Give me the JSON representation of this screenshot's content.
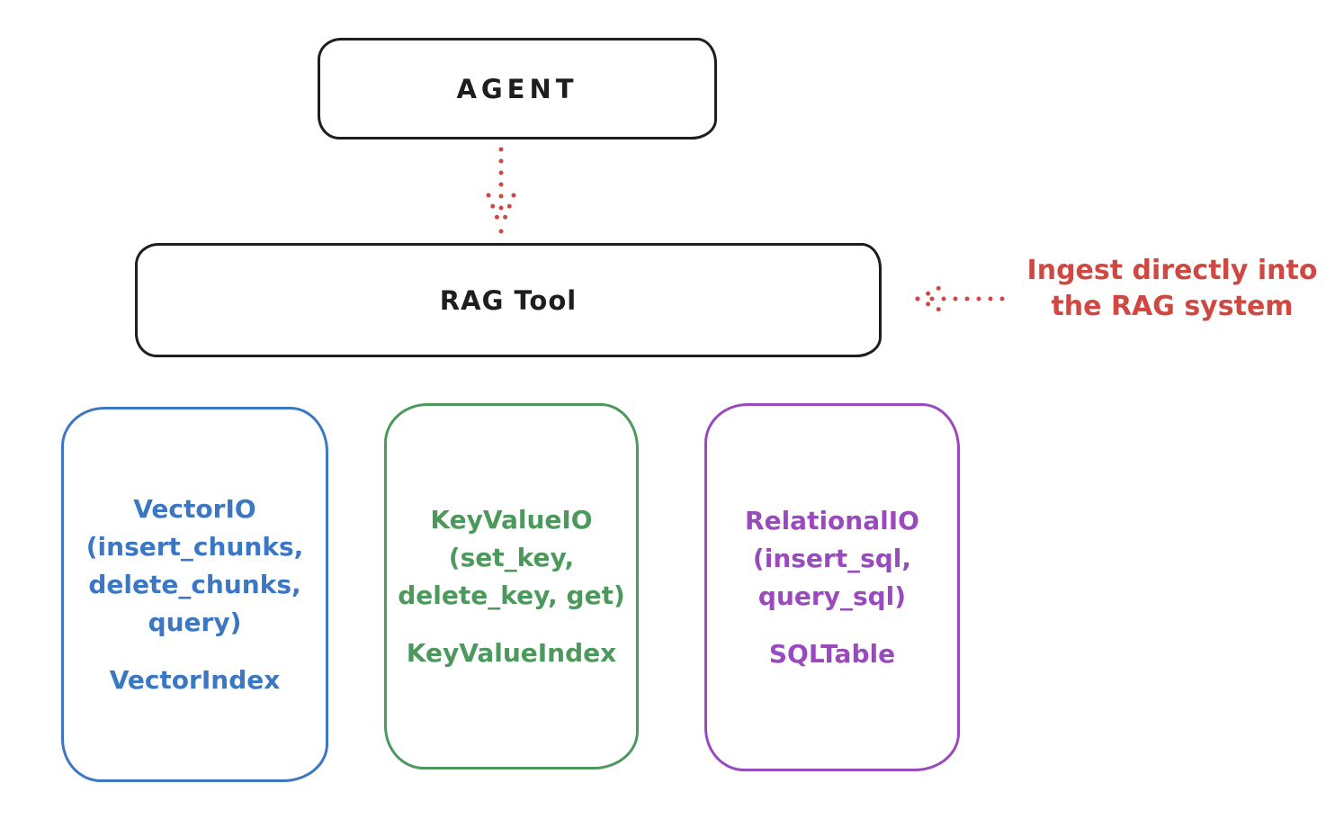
{
  "colors": {
    "black": "#1e1e1e",
    "red": "#cf4842",
    "blue": "#3b77c2",
    "green": "#4d985c",
    "purple": "#9a49be"
  },
  "nodes": {
    "agent": {
      "label": "AGENT"
    },
    "rag_tool": {
      "label": "RAG Tool"
    },
    "vector": {
      "lines": [
        "VectorIO",
        "(insert_chunks,",
        "delete_chunks,",
        "query)"
      ],
      "index_label": "VectorIndex"
    },
    "keyvalue": {
      "lines": [
        "KeyValueIO",
        "(set_key,",
        "delete_key, get)"
      ],
      "index_label": "KeyValueIndex"
    },
    "relational": {
      "lines": [
        "RelationalIO",
        "(insert_sql,",
        "query_sql)"
      ],
      "index_label": "SQLTable"
    }
  },
  "annotation": {
    "line1": "Ingest directly into",
    "line2": "the RAG system"
  },
  "arrows": {
    "agent_to_ragtool": "dotted-down-arrow",
    "annotation_to_ragtool": "dotted-left-arrow"
  }
}
